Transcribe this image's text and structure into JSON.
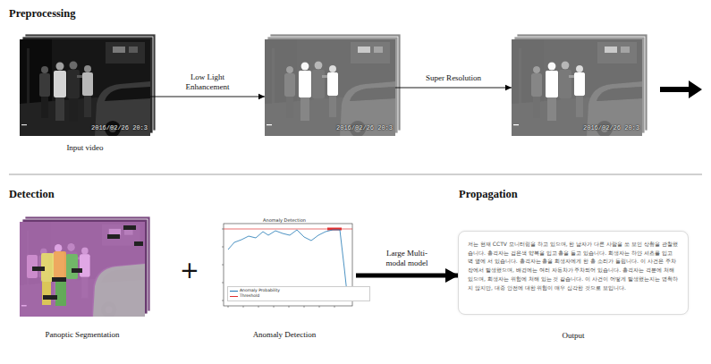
{
  "diagram": {
    "nodes": [
      {
        "text": [
          "2016/02/26 20:3",
          "Input video"
        ]
      },
      {
        "text": [
          "2016/02/26 20:3"
        ]
      },
      {
        "text": [
          "2016/02/26 20:3"
        ]
      },
      {
        "text": [
          "Panoptic Segmentation"
        ]
      },
      {
        "text": [
          "Anomaly Detection",
          "Anomaly Detection"
        ]
      },
      {
        "text": [
          "저는 현재 CCTV 모니터링을 하고 있으며, 한 남자가 다른 사람을 쏘 보인 상황을 관찰했습니다. 총격자는 검은색 양복을 입고 총을 들고 있습니다. 희생자는 하얀 셔츠를 입고 벽 옆에 서 있습니다. 총격자는 총을 희생자에게 한 총 소리가 들립니다. 이 사건은 주차장에서 발생했으며, 배경에는 여러 자동차가 주차되어 있습니다. 총격자는 격분에 처해 있으며, 희생자는 위험에 처해 있는 것 같습니다. 이 사건이 어떻게 발생했는지는 명확하지 않지만, 대중 안전에 대한 위협이 매우 심각한 것으로 보입니다.",
          "Output"
        ]
      }
    ],
    "edges": [
      {
        "from": 0,
        "to": 1,
        "arrow": "to",
        "label": "Low Light Enhancement"
      },
      {
        "from": 1,
        "to": 2,
        "arrow": "to",
        "label": "Super Resolution"
      },
      {
        "from": 4,
        "to": 5,
        "arrow": "to",
        "label": "Large Multi-modal model"
      }
    ],
    "labels": [
      "Preprocessing",
      "Detection",
      "Propagation",
      "+"
    ],
    "legend": [
      {
        "text": "Anomaly Probability"
      },
      {
        "text": "Threshold"
      }
    ]
  }
}
